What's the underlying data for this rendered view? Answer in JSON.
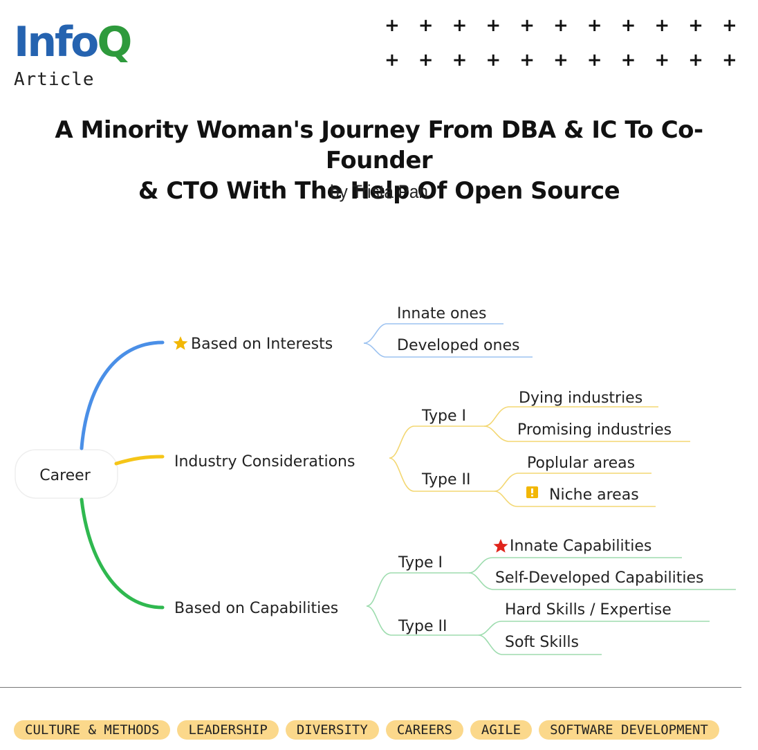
{
  "header": {
    "logo_part1": "Info",
    "logo_part2": "Q",
    "logo_colors": {
      "info": "#2563b0",
      "q": "#2e9a3c"
    },
    "section_label": "Article"
  },
  "article": {
    "title_line1": "A Minority Woman's Journey From DBA & IC To Co-Founder",
    "title_line2": "& CTO With The Help Of Open Source",
    "byline": "by Trista Pan"
  },
  "mindmap": {
    "root": "Career",
    "branches": [
      {
        "label": "Based on Interests",
        "color": "#4a8fe7",
        "icon": "star-icon",
        "icon_color": "#f2b705",
        "children": [
          {
            "label": "Innate ones"
          },
          {
            "label": "Developed ones"
          }
        ]
      },
      {
        "label": "Industry Considerations",
        "color": "#f5c518",
        "children": [
          {
            "label": "Type I",
            "children": [
              {
                "label": "Dying industries"
              },
              {
                "label": "Promising industries"
              }
            ]
          },
          {
            "label": "Type II",
            "children": [
              {
                "label": "Poplular areas"
              },
              {
                "label": "Niche areas",
                "icon": "exclamation-icon",
                "icon_color": "#f2b705"
              }
            ]
          }
        ]
      },
      {
        "label": "Based on Capabilities",
        "color": "#2fb84f",
        "children": [
          {
            "label": "Type I",
            "children": [
              {
                "label": "Innate Capabilities",
                "icon": "star-icon",
                "icon_color": "#e0241b"
              },
              {
                "label": "Self-Developed Capabilities"
              }
            ]
          },
          {
            "label": "Type II",
            "children": [
              {
                "label": "Hard Skills / Expertise"
              },
              {
                "label": "Soft Skills"
              }
            ]
          }
        ]
      }
    ]
  },
  "tags": [
    "CULTURE & METHODS",
    "LEADERSHIP",
    "DIVERSITY",
    "CAREERS",
    "AGILE",
    "SOFTWARE DEVELOPMENT"
  ],
  "colors": {
    "tag_background": "#fbd88b",
    "divider": "#777777"
  }
}
